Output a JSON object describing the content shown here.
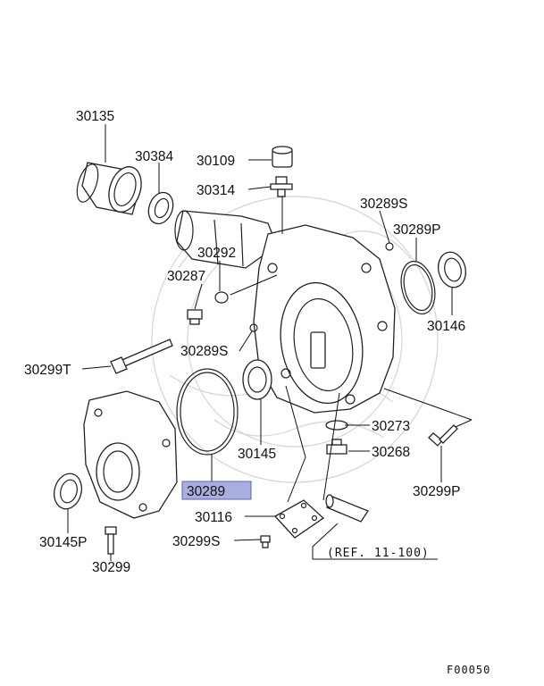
{
  "diagram": {
    "highlight_color": "#a9aedf",
    "callouts": {
      "c30135": "30135",
      "c30384": "30384",
      "c30109": "30109",
      "c30314": "30314",
      "c30289S_top": "30289S",
      "c30289P": "30289P",
      "c30292": "30292",
      "c30287": "30287",
      "c30146": "30146",
      "c30289S_mid": "30289S",
      "c30299T": "30299T",
      "c30273": "30273",
      "c30268": "30268",
      "c30145": "30145",
      "c30289": "30289",
      "c30299P": "30299P",
      "c30116": "30116",
      "c30299S": "30299S",
      "c30145P": "30145P",
      "c30299": "30299"
    },
    "reference": "(REF. 11-100)",
    "figure_code": "F00050"
  }
}
